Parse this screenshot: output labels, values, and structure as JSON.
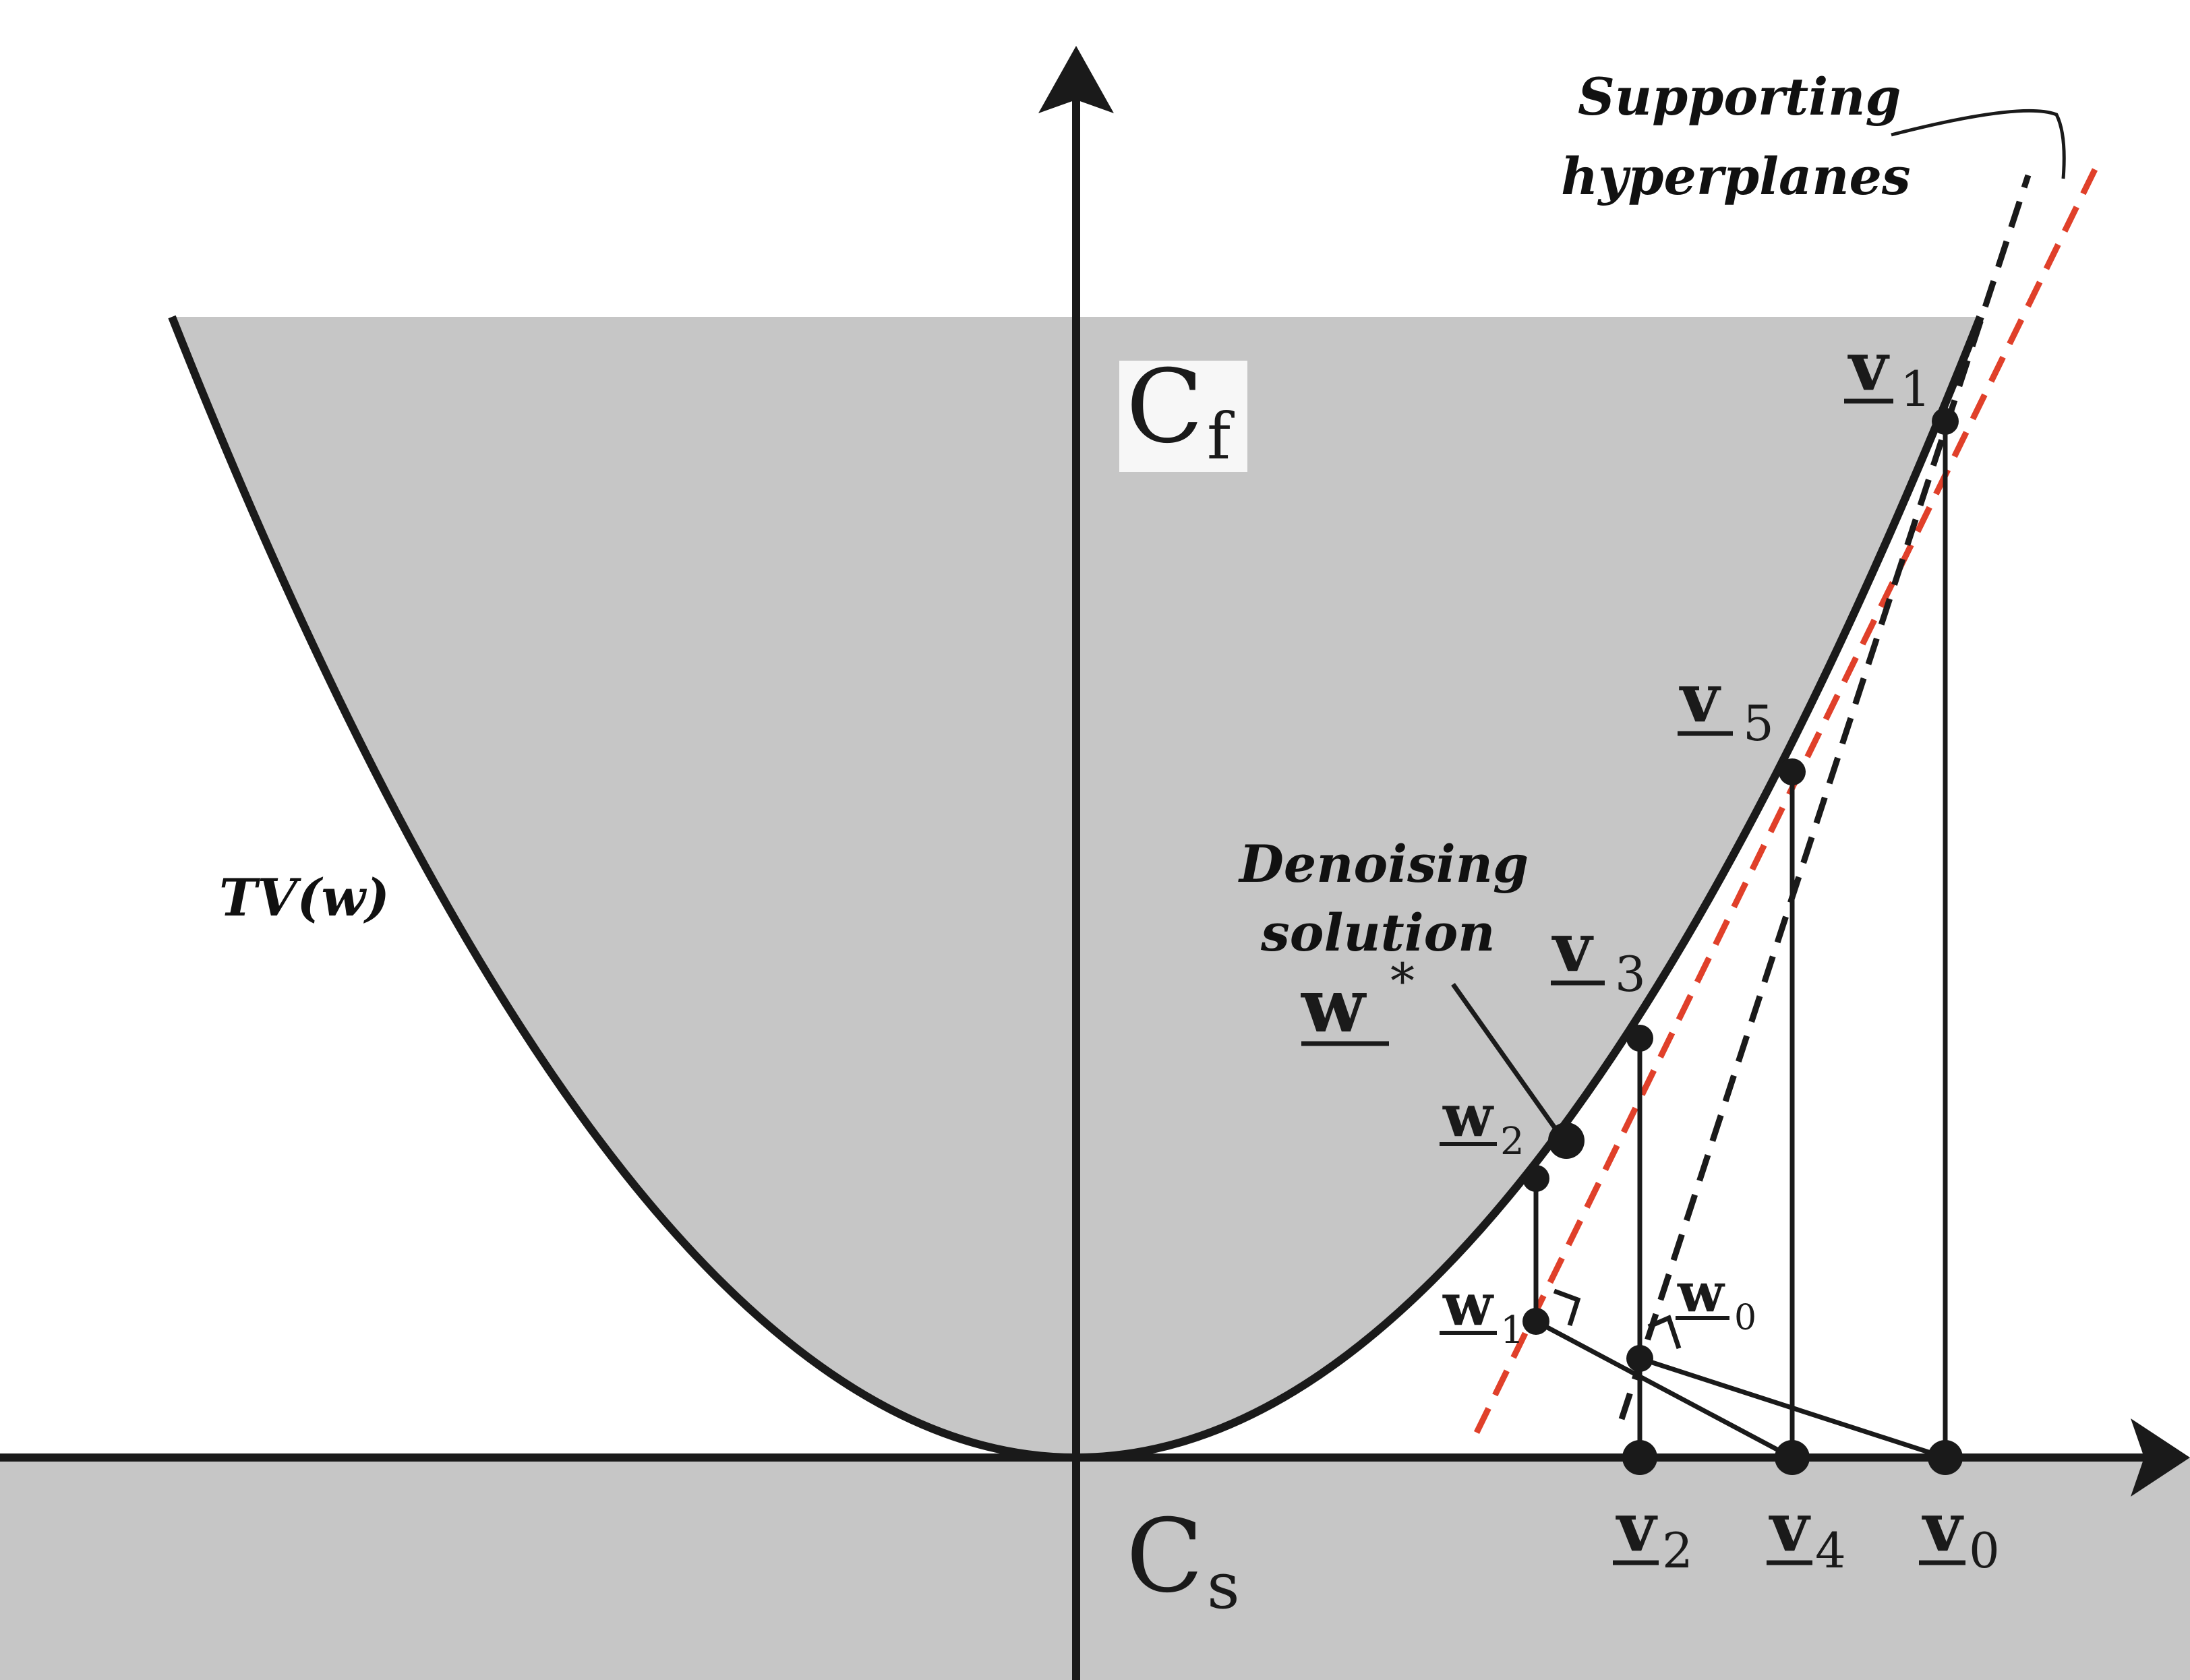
{
  "regions": {
    "feasible": {
      "label_main": "C",
      "label_sub": "f"
    },
    "set": {
      "label_main": "C",
      "label_sub": "s"
    }
  },
  "labels": {
    "tv": "TV(w)",
    "supporting_line1": "Supporting",
    "supporting_line2": "hyperplanes",
    "denoising_line1": "Denoising",
    "denoising_line2": "solution"
  },
  "points": {
    "v1": {
      "main": "v",
      "sub": "1"
    },
    "v5": {
      "main": "v",
      "sub": "5"
    },
    "v3": {
      "main": "v",
      "sub": "3"
    },
    "v2": {
      "main": "v",
      "sub": "2"
    },
    "v4": {
      "main": "v",
      "sub": "4"
    },
    "v0": {
      "main": "v",
      "sub": "0"
    },
    "w2": {
      "main": "w",
      "sub": "2"
    },
    "w1": {
      "main": "w",
      "sub": "1"
    },
    "w0": {
      "main": "w",
      "sub": "0"
    },
    "wstar": {
      "main": "w",
      "sup": "*"
    }
  },
  "colors": {
    "region_fill": "#c6c6c6",
    "curve": "#1a1a1a",
    "hyperplane_red": "#e0402a",
    "hyperplane_black": "#1a1a1a"
  }
}
